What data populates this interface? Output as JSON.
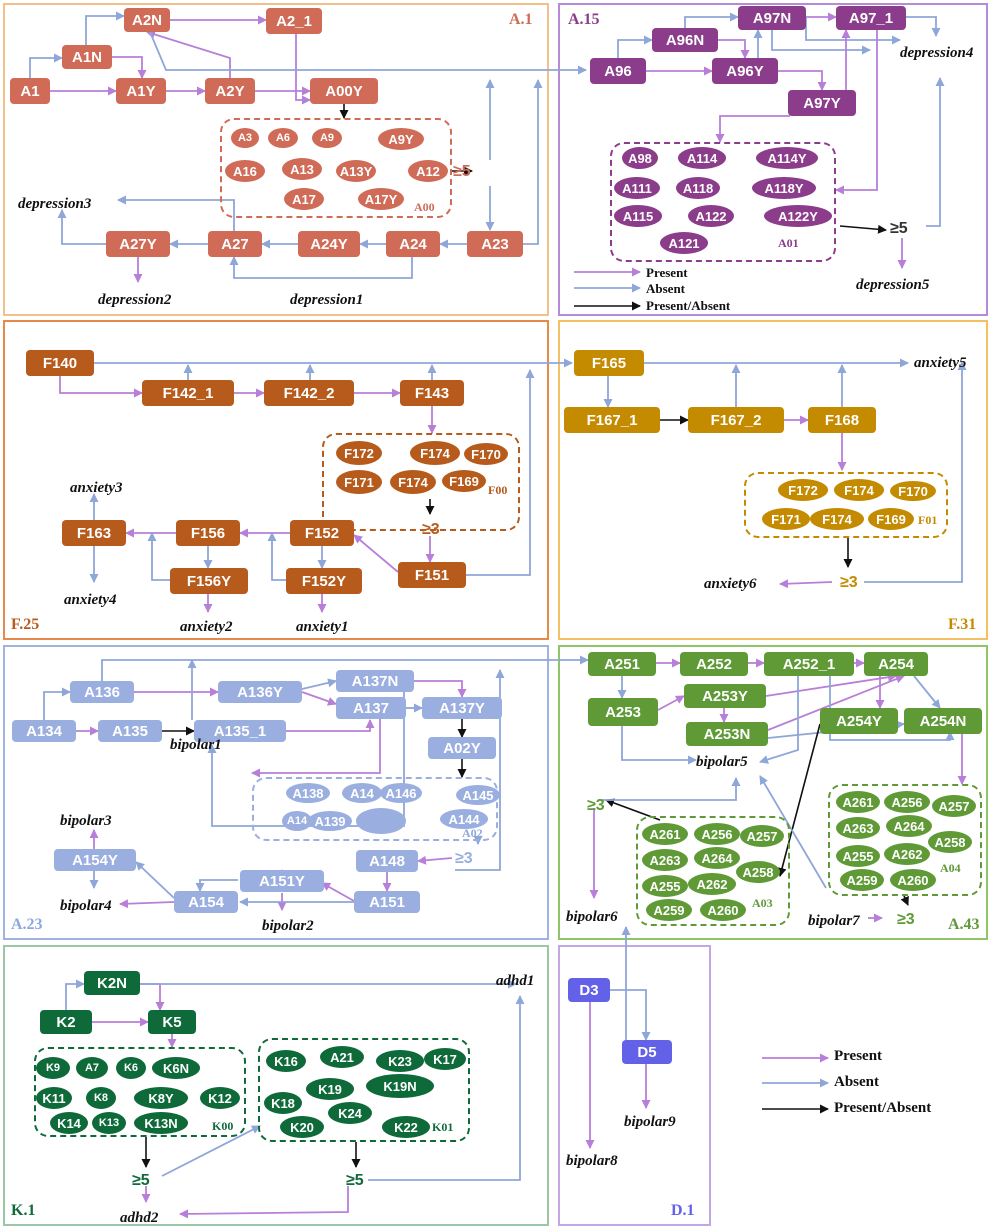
{
  "colors": {
    "present": "#b77fd8",
    "absent": "#8fa6d9",
    "both": "#111111",
    "A1": {
      "border": "#f4c08a",
      "node": "#cf6b57",
      "text": "#cf6b57"
    },
    "A15": {
      "border": "#b48ad9",
      "node": "#8b3c8a",
      "text": "#8b3c8a"
    },
    "F25": {
      "border": "#e58a4a",
      "node": "#b65b1c",
      "text": "#b65b1c"
    },
    "F31": {
      "border": "#f3c064",
      "node": "#c48a00",
      "text": "#c48a00"
    },
    "A23": {
      "border": "#9fb2e0",
      "node": "#9aaee0",
      "text": "#8ea7dd"
    },
    "A43": {
      "border": "#8fc468",
      "node": "#5f9a37",
      "text": "#5f9a37"
    },
    "K1": {
      "border": "#9cc7a5",
      "node": "#0f6a3a",
      "text": "#0f6a3a"
    },
    "D1": {
      "border": "#c3a6e6",
      "node": "#6361e8",
      "text": "#6361e8"
    }
  },
  "panels": [
    {
      "id": "A1",
      "title": "A.1"
    },
    {
      "id": "A15",
      "title": "A.15"
    },
    {
      "id": "F25",
      "title": "F.25"
    },
    {
      "id": "F31",
      "title": "F.31"
    },
    {
      "id": "A23",
      "title": "A.23"
    },
    {
      "id": "A43",
      "title": "A.43"
    },
    {
      "id": "K1",
      "title": "K.1"
    },
    {
      "id": "D1",
      "title": "D.1"
    }
  ],
  "nodes": [
    {
      "id": "a1",
      "label": "A1",
      "panel": "A1"
    },
    {
      "id": "a1n",
      "label": "A1N",
      "panel": "A1"
    },
    {
      "id": "a1y",
      "label": "A1Y",
      "panel": "A1"
    },
    {
      "id": "a2n",
      "label": "A2N",
      "panel": "A1"
    },
    {
      "id": "a2y",
      "label": "A2Y",
      "panel": "A1"
    },
    {
      "id": "a2_1",
      "label": "A2_1",
      "panel": "A1"
    },
    {
      "id": "a00y",
      "label": "A00Y",
      "panel": "A1"
    },
    {
      "id": "a27y",
      "label": "A27Y",
      "panel": "A1"
    },
    {
      "id": "a27",
      "label": "A27",
      "panel": "A1"
    },
    {
      "id": "a24y",
      "label": "A24Y",
      "panel": "A1"
    },
    {
      "id": "a24",
      "label": "A24",
      "panel": "A1"
    },
    {
      "id": "a23",
      "label": "A23",
      "panel": "A1"
    },
    {
      "id": "a96",
      "label": "A96",
      "panel": "A15"
    },
    {
      "id": "a96n",
      "label": "A96N",
      "panel": "A15"
    },
    {
      "id": "a96y",
      "label": "A96Y",
      "panel": "A15"
    },
    {
      "id": "a97n",
      "label": "A97N",
      "panel": "A15"
    },
    {
      "id": "a97_1",
      "label": "A97_1",
      "panel": "A15"
    },
    {
      "id": "a97y",
      "label": "A97Y",
      "panel": "A15"
    },
    {
      "id": "f140",
      "label": "F140",
      "panel": "F25"
    },
    {
      "id": "f142_1",
      "label": "F142_1",
      "panel": "F25"
    },
    {
      "id": "f142_2",
      "label": "F142_2",
      "panel": "F25"
    },
    {
      "id": "f143",
      "label": "F143",
      "panel": "F25"
    },
    {
      "id": "f163",
      "label": "F163",
      "panel": "F25"
    },
    {
      "id": "f156",
      "label": "F156",
      "panel": "F25"
    },
    {
      "id": "f156y",
      "label": "F156Y",
      "panel": "F25"
    },
    {
      "id": "f152",
      "label": "F152",
      "panel": "F25"
    },
    {
      "id": "f152y",
      "label": "F152Y",
      "panel": "F25"
    },
    {
      "id": "f151",
      "label": "F151",
      "panel": "F25"
    },
    {
      "id": "f165",
      "label": "F165",
      "panel": "F31"
    },
    {
      "id": "f167_1",
      "label": "F167_1",
      "panel": "F31"
    },
    {
      "id": "f167_2",
      "label": "F167_2",
      "panel": "F31"
    },
    {
      "id": "f168",
      "label": "F168",
      "panel": "F31"
    },
    {
      "id": "a136",
      "label": "A136",
      "panel": "A23"
    },
    {
      "id": "a134",
      "label": "A134",
      "panel": "A23"
    },
    {
      "id": "a135",
      "label": "A135",
      "panel": "A23"
    },
    {
      "id": "a136y",
      "label": "A136Y",
      "panel": "A23"
    },
    {
      "id": "a135_1",
      "label": "A135_1",
      "panel": "A23"
    },
    {
      "id": "a137n",
      "label": "A137N",
      "panel": "A23"
    },
    {
      "id": "a137",
      "label": "A137",
      "panel": "A23"
    },
    {
      "id": "a137y",
      "label": "A137Y",
      "panel": "A23"
    },
    {
      "id": "a02y",
      "label": "A02Y",
      "panel": "A23"
    },
    {
      "id": "a148",
      "label": "A148",
      "panel": "A23"
    },
    {
      "id": "a151y",
      "label": "A151Y",
      "panel": "A23"
    },
    {
      "id": "a151",
      "label": "A151",
      "panel": "A23"
    },
    {
      "id": "a154y",
      "label": "A154Y",
      "panel": "A23"
    },
    {
      "id": "a154",
      "label": "A154",
      "panel": "A23"
    },
    {
      "id": "a251",
      "label": "A251",
      "panel": "A43"
    },
    {
      "id": "a252",
      "label": "A252",
      "panel": "A43"
    },
    {
      "id": "a252_1",
      "label": "A252_1",
      "panel": "A43"
    },
    {
      "id": "a254",
      "label": "A254",
      "panel": "A43"
    },
    {
      "id": "a253",
      "label": "A253",
      "panel": "A43"
    },
    {
      "id": "a253y",
      "label": "A253Y",
      "panel": "A43"
    },
    {
      "id": "a253n",
      "label": "A253N",
      "panel": "A43"
    },
    {
      "id": "a254y",
      "label": "A254Y",
      "panel": "A43"
    },
    {
      "id": "a254n",
      "label": "A254N",
      "panel": "A43"
    },
    {
      "id": "k2n",
      "label": "K2N",
      "panel": "K1"
    },
    {
      "id": "k2",
      "label": "K2",
      "panel": "K1"
    },
    {
      "id": "k5",
      "label": "K5",
      "panel": "K1"
    },
    {
      "id": "d3",
      "label": "D3",
      "panel": "D1"
    },
    {
      "id": "d5",
      "label": "D5",
      "panel": "D1"
    }
  ],
  "groups": [
    {
      "id": "A00",
      "panel": "A1",
      "label": "A00",
      "items": [
        "A3",
        "A6",
        "A9",
        "A9Y",
        "A16",
        "A13",
        "A13Y",
        "A12",
        "A17",
        "A17Y"
      ]
    },
    {
      "id": "A01",
      "panel": "A15",
      "label": "A01",
      "items": [
        "A98",
        "A114",
        "A114Y",
        "A111",
        "A118",
        "A118Y",
        "A115",
        "A122",
        "A122Y",
        "A121"
      ]
    },
    {
      "id": "F00",
      "panel": "F25",
      "label": "F00",
      "items": [
        "F172",
        "F174",
        "F170",
        "F171",
        "F174",
        "F169"
      ]
    },
    {
      "id": "F01",
      "panel": "F31",
      "label": "F01",
      "items": [
        "F172",
        "F174",
        "F170",
        "F171",
        "F174",
        "F169"
      ]
    },
    {
      "id": "A02",
      "panel": "A23",
      "label": "A02",
      "items": [
        "A138",
        "A14",
        "A146",
        "A145",
        "A14",
        "A139",
        "",
        "A144"
      ]
    },
    {
      "id": "A03",
      "panel": "A43",
      "label": "A03",
      "items": [
        "A261",
        "A256",
        "A257",
        "A263",
        "A264",
        "A258",
        "A255",
        "A262",
        "A259",
        "A260"
      ]
    },
    {
      "id": "A04",
      "panel": "A43",
      "label": "A04",
      "items": [
        "A261",
        "A256",
        "A257",
        "A263",
        "A264",
        "A258",
        "A255",
        "A262",
        "A259",
        "A260"
      ]
    },
    {
      "id": "K00",
      "panel": "K1",
      "label": "K00",
      "items": [
        "K9",
        "A7",
        "K6",
        "K6N",
        "K11",
        "K8",
        "K8Y",
        "K12",
        "K14",
        "K13",
        "K13N"
      ]
    },
    {
      "id": "K01",
      "panel": "K1",
      "label": "K01",
      "items": [
        "K16",
        "A21",
        "K23",
        "K17",
        "K19",
        "K19N",
        "K18",
        "K24",
        "K20",
        "K22"
      ]
    }
  ],
  "thresholds": [
    {
      "id": "t_a1",
      "label": "≥5"
    },
    {
      "id": "t_a15",
      "label": "≥5"
    },
    {
      "id": "t_f25",
      "label": "≥3"
    },
    {
      "id": "t_f31",
      "label": "≥3"
    },
    {
      "id": "t_a23",
      "label": "≥3"
    },
    {
      "id": "t_a43a",
      "label": "≥3"
    },
    {
      "id": "t_a43b",
      "label": "≥3"
    },
    {
      "id": "t_k1a",
      "label": "≥5"
    },
    {
      "id": "t_k1b",
      "label": "≥5"
    }
  ],
  "outcomes": [
    {
      "id": "o_dep3",
      "label": "depression3"
    },
    {
      "id": "o_dep2",
      "label": "depression2"
    },
    {
      "id": "o_dep1",
      "label": "depression1"
    },
    {
      "id": "o_dep4",
      "label": "depression4"
    },
    {
      "id": "o_dep5",
      "label": "depression5"
    },
    {
      "id": "o_anx3",
      "label": "anxiety3"
    },
    {
      "id": "o_anx4",
      "label": "anxiety4"
    },
    {
      "id": "o_anx2",
      "label": "anxiety2"
    },
    {
      "id": "o_anx1",
      "label": "anxiety1"
    },
    {
      "id": "o_anx5",
      "label": "anxiety5"
    },
    {
      "id": "o_anx6",
      "label": "anxiety6"
    },
    {
      "id": "o_bip1",
      "label": "bipolar1"
    },
    {
      "id": "o_bip3",
      "label": "bipolar3"
    },
    {
      "id": "o_bip4",
      "label": "bipolar4"
    },
    {
      "id": "o_bip2",
      "label": "bipolar2"
    },
    {
      "id": "o_bip5",
      "label": "bipolar5"
    },
    {
      "id": "o_bip6",
      "label": "bipolar6"
    },
    {
      "id": "o_bip7",
      "label": "bipolar7"
    },
    {
      "id": "o_adhd1",
      "label": "adhd1"
    },
    {
      "id": "o_adhd2",
      "label": "adhd2"
    },
    {
      "id": "o_bip8",
      "label": "bipolar8"
    },
    {
      "id": "o_bip9",
      "label": "bipolar9"
    }
  ],
  "legend_small": {
    "present": "Present",
    "absent": "Absent",
    "both": "Present/Absent"
  },
  "legend_large": {
    "present": "Present",
    "absent": "Absent",
    "both": "Present/Absent"
  }
}
